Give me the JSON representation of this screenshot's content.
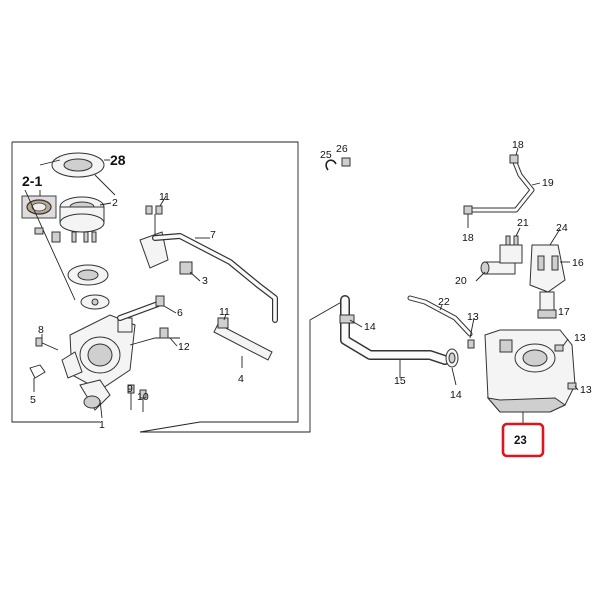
{
  "labels": {
    "p1": "1",
    "p2": "2",
    "p2_1": "2-1",
    "p3": "3",
    "p4": "4",
    "p5": "5",
    "p6": "6",
    "p7": "7",
    "p8": "8",
    "p9": "9",
    "p10": "10",
    "p11a": "11",
    "p11b": "11",
    "p12": "12",
    "p13a": "13",
    "p13b": "13",
    "p13c": "13",
    "p14a": "14",
    "p14b": "14",
    "p15": "15",
    "p16": "16",
    "p17": "17",
    "p18a": "18",
    "p18b": "18",
    "p19": "19",
    "p20": "20",
    "p21": "21",
    "p22": "22",
    "p23": "23",
    "p24": "24",
    "p25": "25",
    "p26": "26",
    "p28": "28"
  },
  "highlight": {
    "part": "23",
    "color": "#e0141e"
  },
  "colors": {
    "line": "#222222",
    "part_fill": "#f4f4f4",
    "shade": "#cfcfcf"
  }
}
